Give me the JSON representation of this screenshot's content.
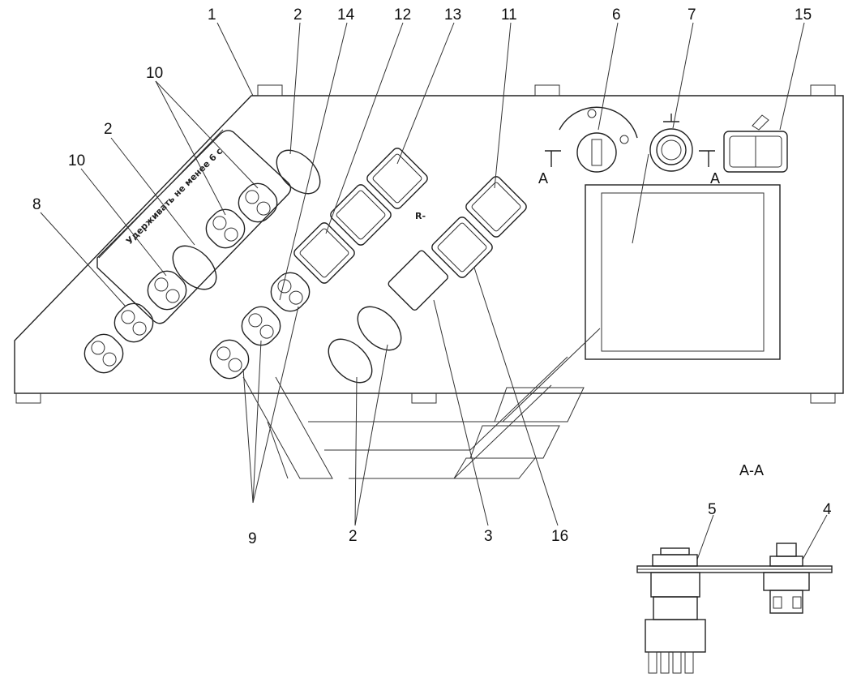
{
  "callouts": [
    {
      "id": "c1",
      "text": "1"
    },
    {
      "id": "c2a",
      "text": "2"
    },
    {
      "id": "c14",
      "text": "14"
    },
    {
      "id": "c12",
      "text": "12"
    },
    {
      "id": "c13",
      "text": "13"
    },
    {
      "id": "c11",
      "text": "11"
    },
    {
      "id": "c6",
      "text": "6"
    },
    {
      "id": "c7",
      "text": "7"
    },
    {
      "id": "c15",
      "text": "15"
    },
    {
      "id": "c10a",
      "text": "10"
    },
    {
      "id": "c2b",
      "text": "2"
    },
    {
      "id": "c10b",
      "text": "10"
    },
    {
      "id": "c8",
      "text": "8"
    },
    {
      "id": "c9",
      "text": "9"
    },
    {
      "id": "c2c",
      "text": "2"
    },
    {
      "id": "c3",
      "text": "3"
    },
    {
      "id": "c16",
      "text": "16"
    },
    {
      "id": "c5",
      "text": "5"
    },
    {
      "id": "c4",
      "text": "4"
    }
  ],
  "section_marks": {
    "left": "A",
    "right": "A",
    "view_title": "А-А"
  },
  "panel_note": "Удерживать не менее 6 с",
  "fan_label": "R-"
}
